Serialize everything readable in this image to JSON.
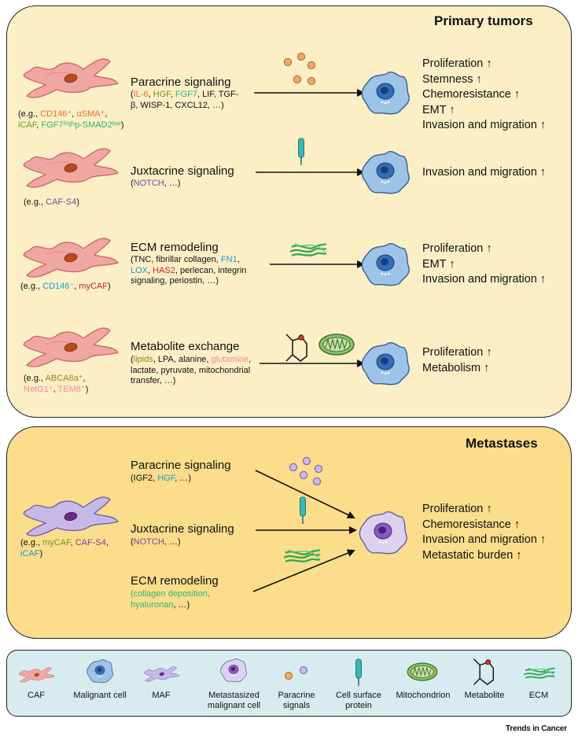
{
  "primary": {
    "title": "Primary tumors",
    "rows": [
      {
        "mechanism": "Paracrine signaling",
        "detail_line1": [
          {
            "t": "(",
            "c": "#111"
          },
          {
            "t": "IL-6",
            "c": "#e8702a"
          },
          {
            "t": ", ",
            "c": "#111"
          },
          {
            "t": "HGF",
            "c": "#6a9a2b"
          },
          {
            "t": ", ",
            "c": "#111"
          },
          {
            "t": "FGF7",
            "c": "#2bb673"
          },
          {
            "t": ", LIF, TGF-",
            "c": "#111"
          }
        ],
        "detail_rest": "β, WISP-1, CXCL12, …)",
        "examples_line1": [
          {
            "t": "(e.g., ",
            "c": "#111"
          },
          {
            "t": "CD146⁺",
            "c": "#e8702a"
          },
          {
            "t": ", ",
            "c": "#111"
          },
          {
            "t": "αSMA⁺",
            "c": "#e8702a"
          },
          {
            "t": ",",
            "c": "#111"
          }
        ],
        "examples_line2": [
          {
            "t": "iCAF",
            "c": "#6a9a2b"
          },
          {
            "t": ", ",
            "c": "#111"
          },
          {
            "t": "FGF7ʰⁱᵍʰp-SMAD2ˡᵒʷ",
            "c": "#2bb673"
          },
          {
            "t": ")",
            "c": "#111"
          }
        ],
        "outcomes": [
          "Proliferation ↑",
          "Stemness ↑",
          "Chemoresistance ↑",
          "EMT ↑",
          "Invasion and migration ↑"
        ]
      },
      {
        "mechanism": "Juxtacrine signaling",
        "detail_line1": [
          {
            "t": "(",
            "c": "#111"
          },
          {
            "t": "NOTCH",
            "c": "#7b3fa0"
          },
          {
            "t": ", …)",
            "c": "#111"
          }
        ],
        "examples_line1": [
          {
            "t": "(e.g., ",
            "c": "#111"
          },
          {
            "t": "CAF-S4",
            "c": "#7b3fa0"
          },
          {
            "t": ")",
            "c": "#111"
          }
        ],
        "outcomes": [
          "Invasion and migration ↑"
        ]
      },
      {
        "mechanism": "ECM remodeling",
        "detail_line1": [
          {
            "t": "(TNC, fibrillar collagen, ",
            "c": "#111"
          },
          {
            "t": "FN1",
            "c": "#1e9ad6"
          },
          {
            "t": ",",
            "c": "#111"
          }
        ],
        "detail_line2": [
          {
            "t": "LOX",
            "c": "#1e9ad6"
          },
          {
            "t": ", ",
            "c": "#111"
          },
          {
            "t": "HAS2",
            "c": "#c0282d"
          },
          {
            "t": ", perlecan, integrin",
            "c": "#111"
          }
        ],
        "detail_line3": "signaling, periostin, …)",
        "examples_line1": [
          {
            "t": "(e.g., ",
            "c": "#111"
          },
          {
            "t": "CD146⁻",
            "c": "#1e9ad6"
          },
          {
            "t": ", ",
            "c": "#111"
          },
          {
            "t": "myCAF",
            "c": "#c0282d"
          },
          {
            "t": ")",
            "c": "#111"
          }
        ],
        "outcomes": [
          "Proliferation ↑",
          "EMT ↑",
          "Invasion and migration ↑"
        ]
      },
      {
        "mechanism": "Metabolite exchange",
        "detail_line1": [
          {
            "t": "(",
            "c": "#111"
          },
          {
            "t": "lipids",
            "c": "#a07f12"
          },
          {
            "t": ", LPA, alanine, ",
            "c": "#111"
          },
          {
            "t": "glutamine",
            "c": "#f08a9c"
          },
          {
            "t": ",",
            "c": "#111"
          }
        ],
        "detail_line2": "lactate, pyruvate, mitochondrial",
        "detail_line3": "transfer, …)",
        "examples_line1": [
          {
            "t": "(e.g., ",
            "c": "#111"
          },
          {
            "t": "ABCA8a⁺",
            "c": "#a07f12"
          },
          {
            "t": ",",
            "c": "#111"
          }
        ],
        "examples_line2": [
          {
            "t": "NetG1⁺",
            "c": "#f08a9c"
          },
          {
            "t": ", ",
            "c": "#111"
          },
          {
            "t": "TEM8⁺",
            "c": "#f08a9c"
          },
          {
            "t": ")",
            "c": "#111"
          }
        ],
        "outcomes": [
          "Proliferation ↑",
          "Metabolism ↑"
        ]
      }
    ]
  },
  "metastases": {
    "title": "Metastases",
    "mechanisms": [
      {
        "name": "Paracrine signaling",
        "detail": [
          {
            "t": "(IGF2, ",
            "c": "#111"
          },
          {
            "t": "HGF",
            "c": "#1e9ad6"
          },
          {
            "t": ", …)",
            "c": "#111"
          }
        ]
      },
      {
        "name": "Juxtacrine signaling",
        "detail": [
          {
            "t": "(",
            "c": "#111"
          },
          {
            "t": "NOTCH",
            "c": "#7b3fa0"
          },
          {
            "t": ", …)",
            "c": "#111"
          }
        ]
      },
      {
        "name": "ECM remodeling",
        "detail": [
          {
            "t": "(collagen deposition,",
            "c": "#2bb673"
          }
        ],
        "detail2": [
          {
            "t": "hyaluronan",
            "c": "#2bb673"
          },
          {
            "t": ", …)",
            "c": "#111"
          }
        ]
      }
    ],
    "examples_line1": [
      {
        "t": "(e.g., ",
        "c": "#111"
      },
      {
        "t": "myCAF",
        "c": "#6a9a2b"
      },
      {
        "t": ", ",
        "c": "#111"
      },
      {
        "t": "CAF-S4",
        "c": "#7b3fa0"
      },
      {
        "t": ",",
        "c": "#111"
      }
    ],
    "examples_line2": [
      {
        "t": "iCAF",
        "c": "#1e9ad6"
      },
      {
        "t": ")",
        "c": "#111"
      }
    ],
    "outcomes": [
      "Proliferation ↑",
      "Chemoresistance ↑",
      "Invasion and migration ↑",
      "Metastatic burden ↑"
    ]
  },
  "legend": [
    {
      "icon": "caf-icon",
      "label": "CAF"
    },
    {
      "icon": "malignant-cell-icon",
      "label": "Malignant cell"
    },
    {
      "icon": "maf-icon",
      "label": "MAF"
    },
    {
      "icon": "metastasized-cell-icon",
      "label": "Metastasized\nmalignant cell"
    },
    {
      "icon": "paracrine-signals-icon",
      "label": "Paracrine\nsignals"
    },
    {
      "icon": "cell-surface-protein-icon",
      "label": "Cell surface\nprotein"
    },
    {
      "icon": "mitochondrion-icon",
      "label": "Mitochondrion"
    },
    {
      "icon": "metabolite-icon",
      "label": "Metabolite"
    },
    {
      "icon": "ecm-icon",
      "label": "ECM"
    }
  ],
  "credit": "Trends in Cancer",
  "colors": {
    "primary_panel": "#fcefc6",
    "metastases_panel": "#fbdd8b",
    "legend_panel": "#d8ecf0",
    "caf": "#f0a7a3",
    "maf": "#c5b9e6",
    "malignant": "#8ab4e0",
    "paracrine_orange": "#f1a86c",
    "paracrine_purple": "#b8a4dc",
    "ecm": "#35b75a",
    "protein": "#3bb8b3"
  }
}
